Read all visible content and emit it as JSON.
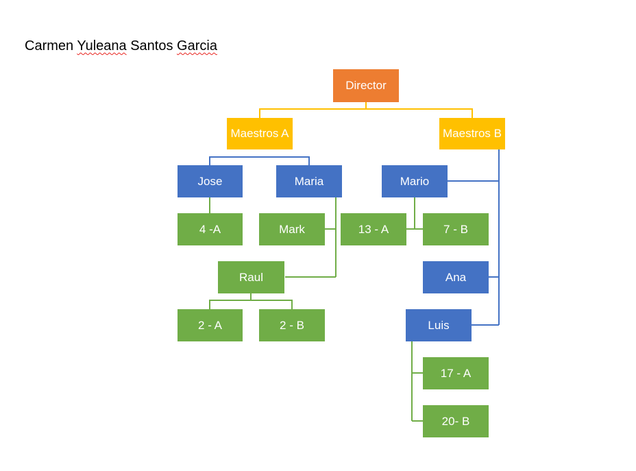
{
  "author": {
    "first": "Carmen",
    "misspelled_1": "Yuleana",
    "middle": "Santos",
    "misspelled_2": "Garcia"
  },
  "colors": {
    "director": "#ed7d31",
    "teachers": "#ffc000",
    "people": "#4472c4",
    "groups": "#70ad47",
    "link_gold": "#ffc000",
    "link_blue": "#4472c4",
    "link_green": "#70ad47",
    "spellcheck": "#e8231e"
  },
  "nodes": {
    "director": "Director",
    "maestros_a": "Maestros A",
    "maestros_b": "Maestros B",
    "jose": "Jose",
    "maria": "Maria",
    "mario": "Mario",
    "g4a": "4 -A",
    "mark": "Mark",
    "g13a": "13 - A",
    "g7b": "7 - B",
    "raul": "Raul",
    "ana": "Ana",
    "g2a": "2 - A",
    "g2b": "2 - B",
    "luis": "Luis",
    "g17a": "17 - A",
    "g20b": "20- B"
  }
}
